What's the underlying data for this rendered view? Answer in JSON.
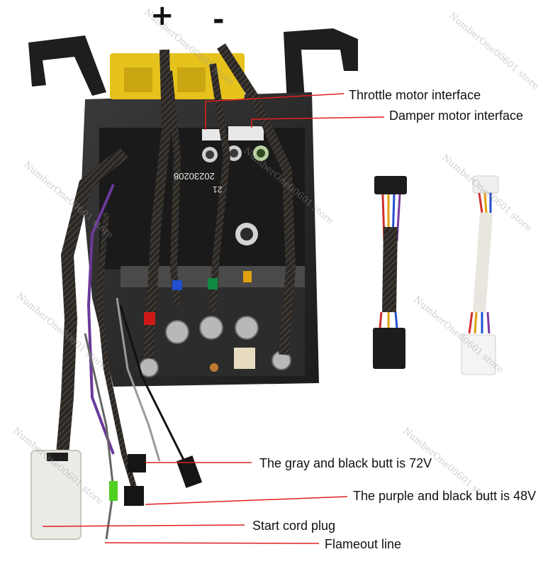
{
  "terminals": {
    "positive": "+",
    "negative": "-"
  },
  "board_marking": {
    "code": "20230208",
    "sub": "21"
  },
  "callouts": {
    "throttle": "Throttle motor interface",
    "damper": "Damper motor interface",
    "gray_black": "The gray and black butt is 72V",
    "purple_black": "The purple and black butt is 48V",
    "start_cord": "Start cord plug",
    "flameout": "Flameout line"
  },
  "watermark": "NumberOne00601 store",
  "colors": {
    "callout_line": "#e02020",
    "housing": "#2a2a2a",
    "terminal_block": "#e6c21c",
    "wire_braid": "#3a3530"
  }
}
